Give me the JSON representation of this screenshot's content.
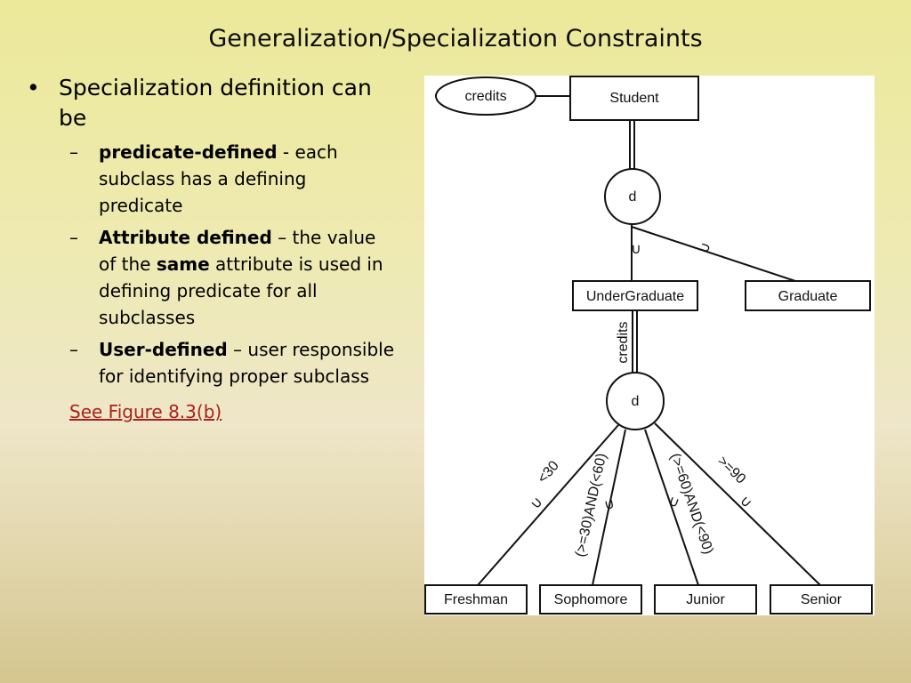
{
  "title": "Generalization/Specialization Constraints",
  "bullet": {
    "symbol": "•",
    "text": "Specialization definition can be"
  },
  "subitems": [
    {
      "dash": "–",
      "bold": "predicate-defined",
      "rest": " - each subclass has a defining predicate"
    },
    {
      "dash": "–",
      "bold": "Attribute defined",
      "rest_a": " – the value of the ",
      "bold_b": "same",
      "rest_b": " attribute is used in defining predicate for all subclasses"
    },
    {
      "dash": "–",
      "bold": "User-defined",
      "rest": " – user responsible for identifying proper subclass"
    }
  ],
  "link_text": "See Figure 8.3(b)",
  "diagram": {
    "attribute": "credits",
    "superclass": "Student",
    "circle_top": "d",
    "subclasses_top": [
      "UnderGraduate",
      "Graduate"
    ],
    "defining_attribute": "credits",
    "circle_bottom": "d",
    "subset_symbol": "∪",
    "predicates": [
      "<30",
      "(>=30)AND(<60)",
      "(>=60)AND(<90)",
      ">=90"
    ],
    "subclasses_bottom": [
      "Freshman",
      "Sophomore",
      "Junior",
      "Senior"
    ]
  }
}
